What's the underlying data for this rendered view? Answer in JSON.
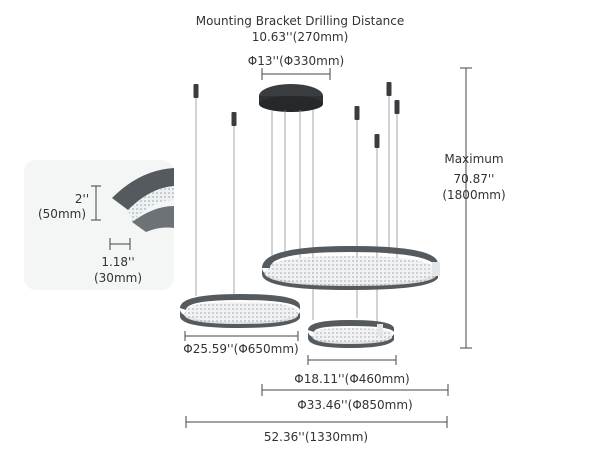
{
  "top": {
    "bracket_title": "Mounting Bracket Drilling Distance",
    "bracket_value": "10.63''(270mm)",
    "canopy": "Φ13''(Φ330mm)"
  },
  "height": {
    "label": "Maximum",
    "inches": "70.87''",
    "mm": "(1800mm)"
  },
  "detail": {
    "ring_height_in": "2''",
    "ring_height_mm": "(50mm)",
    "ring_width_in": "1.18''",
    "ring_width_mm": "(30mm)"
  },
  "rings": {
    "small": "Φ25.59''(Φ650mm)",
    "medium": "Φ18.11''(Φ460mm)",
    "large": "Φ33.46''(Φ850mm)",
    "overall": "52.36''(1330mm)"
  },
  "colors": {
    "ring": "#555a5f",
    "line": "#444444",
    "detail_bg": "#f3f4f4"
  }
}
